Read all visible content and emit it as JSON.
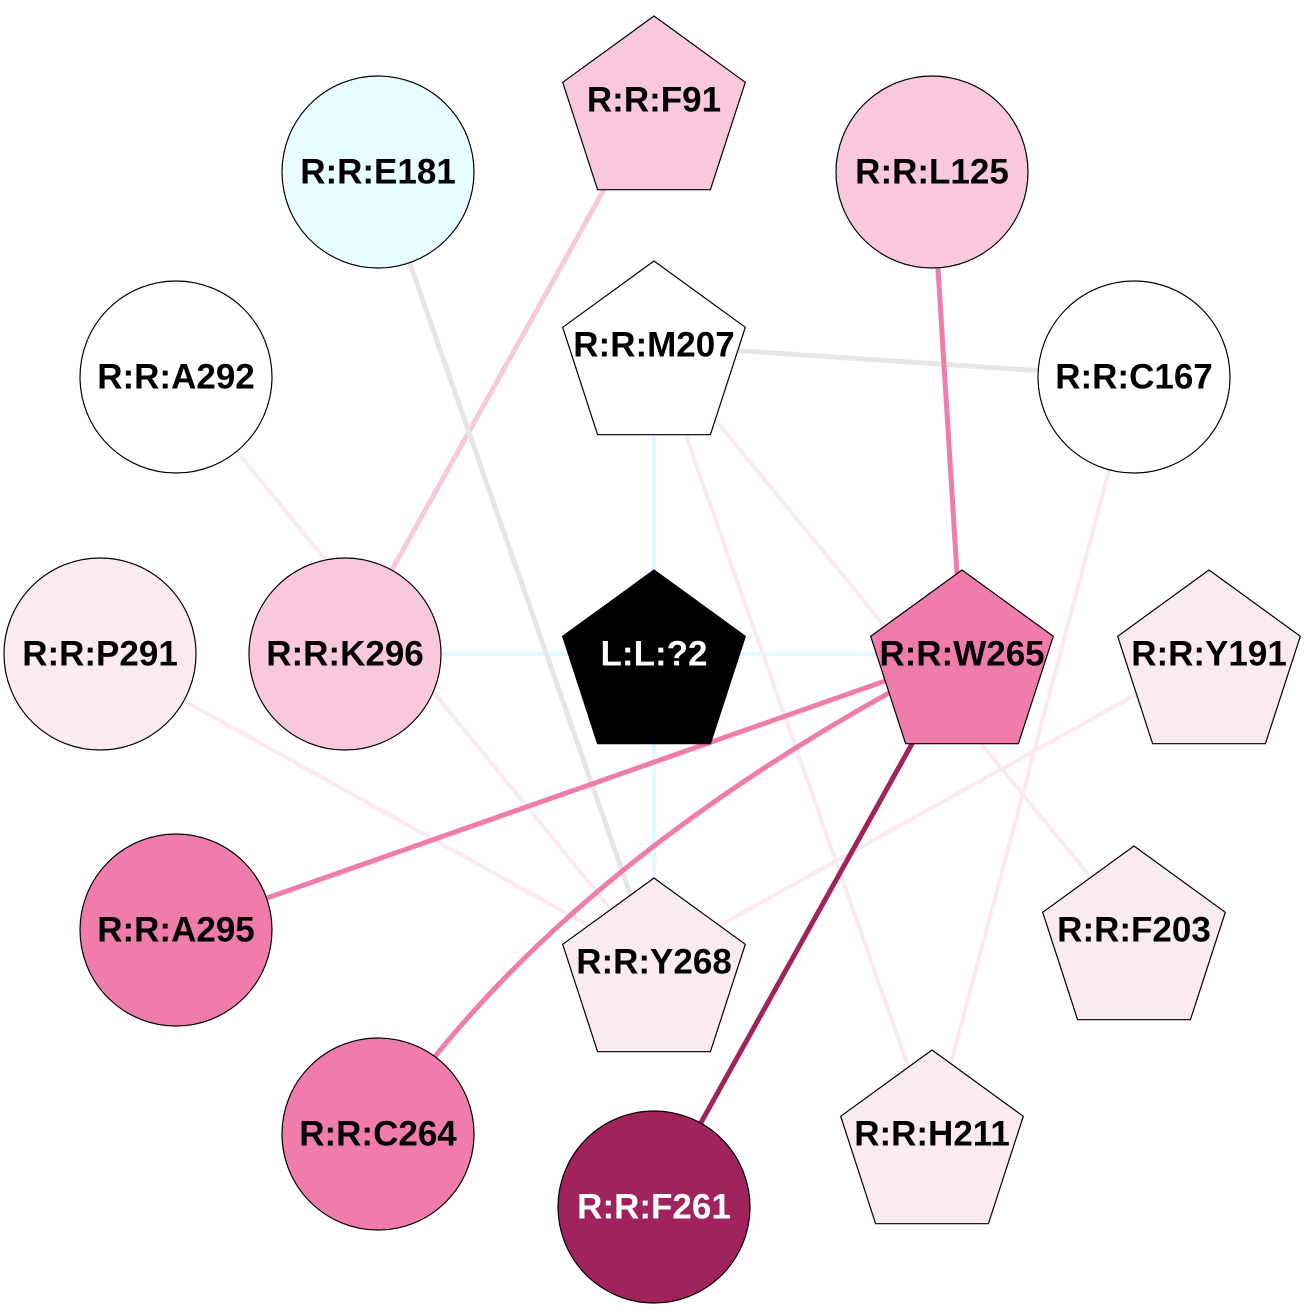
{
  "graph": {
    "colors": {
      "white": "#ffffff",
      "light_pink": "#fceaf2",
      "pink": "#f9c8dc",
      "hot_pink": "#f07cab",
      "magenta": "#a0235d",
      "cyan_light": "#e8fdfd",
      "black": "#000000",
      "edge_gray": "#e6e6e6",
      "edge_cyan": "#e0fbfb"
    },
    "nodes": [
      {
        "id": "F91",
        "label": "R:R:F91",
        "shape": "pentagon",
        "fill": "pink",
        "text": "#000000"
      },
      {
        "id": "E181",
        "label": "R:R:E181",
        "shape": "circle",
        "fill": "cyan_light",
        "text": "#000000"
      },
      {
        "id": "L125",
        "label": "R:R:L125",
        "shape": "circle",
        "fill": "pink",
        "text": "#000000"
      },
      {
        "id": "M207",
        "label": "R:R:M207",
        "shape": "pentagon",
        "fill": "white",
        "text": "#000000"
      },
      {
        "id": "A292",
        "label": "R:R:A292",
        "shape": "circle",
        "fill": "white",
        "text": "#000000"
      },
      {
        "id": "C167",
        "label": "R:R:C167",
        "shape": "circle",
        "fill": "white",
        "text": "#000000"
      },
      {
        "id": "P291",
        "label": "R:R:P291",
        "shape": "circle",
        "fill": "light_pink",
        "text": "#000000"
      },
      {
        "id": "K296",
        "label": "R:R:K296",
        "shape": "circle",
        "fill": "pink",
        "text": "#000000"
      },
      {
        "id": "L2",
        "label": "L:L:?2",
        "shape": "pentagon",
        "fill": "black",
        "text": "#ffffff"
      },
      {
        "id": "W265",
        "label": "R:R:W265",
        "shape": "pentagon",
        "fill": "hot_pink",
        "text": "#000000"
      },
      {
        "id": "Y191",
        "label": "R:R:Y191",
        "shape": "pentagon",
        "fill": "light_pink",
        "text": "#000000"
      },
      {
        "id": "A295",
        "label": "R:R:A295",
        "shape": "circle",
        "fill": "hot_pink",
        "text": "#000000"
      },
      {
        "id": "Y268",
        "label": "R:R:Y268",
        "shape": "pentagon",
        "fill": "light_pink",
        "text": "#000000"
      },
      {
        "id": "F203",
        "label": "R:R:F203",
        "shape": "pentagon",
        "fill": "light_pink",
        "text": "#000000"
      },
      {
        "id": "C264",
        "label": "R:R:C264",
        "shape": "circle",
        "fill": "hot_pink",
        "text": "#000000"
      },
      {
        "id": "F261",
        "label": "R:R:F261",
        "shape": "circle",
        "fill": "magenta",
        "text": "#ffffff"
      },
      {
        "id": "H211",
        "label": "R:R:H211",
        "shape": "pentagon",
        "fill": "light_pink",
        "text": "#000000"
      }
    ],
    "edges": [
      {
        "from": "L2",
        "to": "M207",
        "color": "edge_cyan"
      },
      {
        "from": "L2",
        "to": "K296",
        "color": "edge_cyan"
      },
      {
        "from": "L2",
        "to": "W265",
        "color": "edge_cyan"
      },
      {
        "from": "L2",
        "to": "Y268",
        "color": "edge_cyan"
      },
      {
        "from": "F91",
        "to": "K296",
        "color": "pink"
      },
      {
        "from": "E181",
        "to": "Y268",
        "color": "edge_gray"
      },
      {
        "from": "M207",
        "to": "C167",
        "color": "edge_gray"
      },
      {
        "from": "L125",
        "to": "W265",
        "color": "hot_pink"
      },
      {
        "from": "A292",
        "to": "Y268",
        "color": "light_pink"
      },
      {
        "from": "P291",
        "to": "Y268",
        "color": "light_pink"
      },
      {
        "from": "M207",
        "to": "H211",
        "color": "light_pink"
      },
      {
        "from": "M207",
        "to": "F203",
        "color": "light_pink"
      },
      {
        "from": "C167",
        "to": "H211",
        "color": "light_pink"
      },
      {
        "from": "Y191",
        "to": "Y268",
        "color": "light_pink"
      },
      {
        "from": "W265",
        "to": "A295",
        "color": "hot_pink"
      },
      {
        "from": "W265",
        "to": "C264",
        "color": "hot_pink",
        "curved": true
      },
      {
        "from": "W265",
        "to": "F261",
        "color": "magenta"
      }
    ]
  }
}
